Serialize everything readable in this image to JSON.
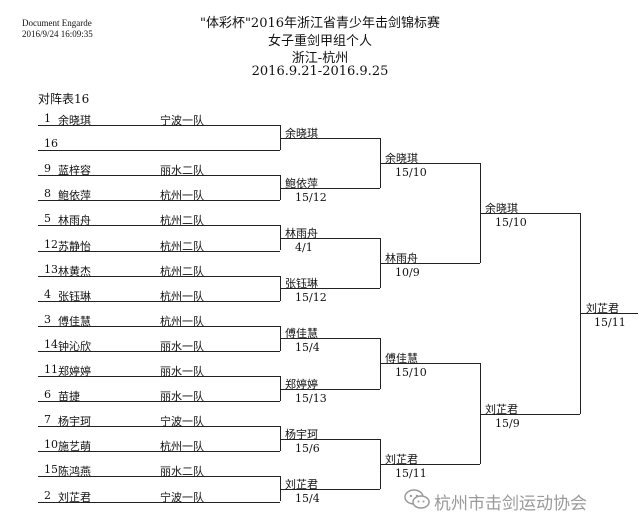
{
  "header": {
    "doc_name": "Document Engarde",
    "timestamp": "2016/9/24 16:09:35",
    "title": "\"体彩杯\"2016年浙江省青少年击剑锦标赛",
    "event": "女子重剑甲组个人",
    "location": "浙江-杭州",
    "dates": "2016.9.21-2016.9.25"
  },
  "table_label": "对阵表16",
  "entries": [
    {
      "seed": "1",
      "name": "余晓琪",
      "team": "宁波一队"
    },
    {
      "seed": "16",
      "name": "",
      "team": ""
    },
    {
      "seed": "9",
      "name": "蓝梓容",
      "team": "丽水二队"
    },
    {
      "seed": "8",
      "name": "鲍依萍",
      "team": "杭州一队"
    },
    {
      "seed": "5",
      "name": "林雨舟",
      "team": "杭州二队"
    },
    {
      "seed": "12",
      "name": "苏静怡",
      "team": "杭州二队"
    },
    {
      "seed": "13",
      "name": "林黄杰",
      "team": "杭州二队"
    },
    {
      "seed": "4",
      "name": "张钰琳",
      "team": "杭州一队"
    },
    {
      "seed": "3",
      "name": "傅佳慧",
      "team": "杭州一队"
    },
    {
      "seed": "14",
      "name": "钟沁欣",
      "team": "丽水一队"
    },
    {
      "seed": "11",
      "name": "郑婷婷",
      "team": "丽水一队"
    },
    {
      "seed": "6",
      "name": "苗捷",
      "team": "丽水一队"
    },
    {
      "seed": "7",
      "name": "杨宇珂",
      "team": "宁波一队"
    },
    {
      "seed": "10",
      "name": "施艺萌",
      "team": "杭州一队"
    },
    {
      "seed": "15",
      "name": "陈鸿燕",
      "team": "丽水二队"
    },
    {
      "seed": "2",
      "name": "刘芷君",
      "team": "宁波一队"
    }
  ],
  "round8": [
    {
      "winner": "余晓琪",
      "score": ""
    },
    {
      "winner": "鲍依萍",
      "score": "15/12"
    },
    {
      "winner": "林雨舟",
      "score": "4/1"
    },
    {
      "winner": "张钰琳",
      "score": "15/12"
    },
    {
      "winner": "傅佳慧",
      "score": "15/4"
    },
    {
      "winner": "郑婷婷",
      "score": "15/13"
    },
    {
      "winner": "杨宇珂",
      "score": "15/6"
    },
    {
      "winner": "刘芷君",
      "score": "15/4"
    }
  ],
  "round4": [
    {
      "winner": "余晓琪",
      "score": "15/10"
    },
    {
      "winner": "林雨舟",
      "score": "10/9"
    },
    {
      "winner": "傅佳慧",
      "score": "15/10"
    },
    {
      "winner": "刘芷君",
      "score": "15/11"
    }
  ],
  "semis": [
    {
      "winner": "余晓琪",
      "score": "15/10"
    },
    {
      "winner": "刘芷君",
      "score": "15/9"
    }
  ],
  "final": {
    "winner": "刘芷君",
    "score": "15/11"
  },
  "watermark": "杭州市击剑运动协会"
}
